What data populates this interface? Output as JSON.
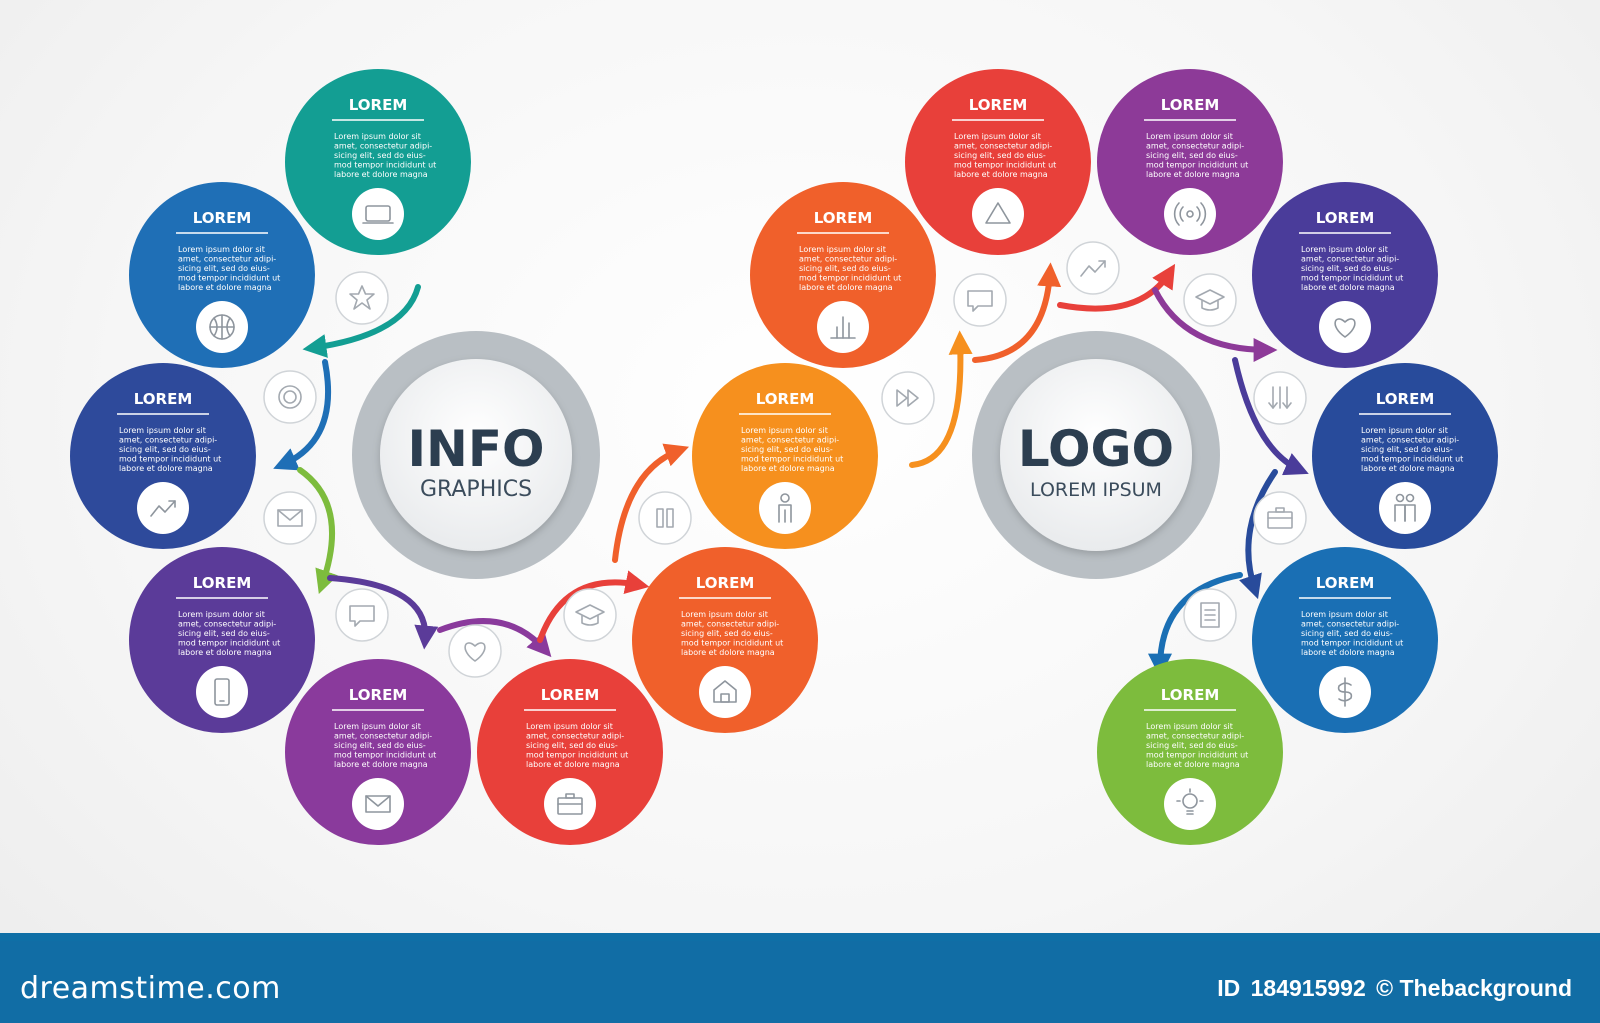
{
  "hubs": {
    "left": {
      "title": "INFO",
      "subtitle": "GRAPHICS"
    },
    "right": {
      "title": "LOGO",
      "subtitle": "LOREM IPSUM"
    }
  },
  "colors": {
    "teal": "#139e93",
    "blue": "#1f6fb6",
    "navy": "#2e4a9b",
    "violet": "#5b3b99",
    "magenta": "#8a3a9c",
    "red": "#e8403a",
    "orange": "#f0602b",
    "amber": "#f6901e",
    "purple": "#8d3a98",
    "indigo": "#4a3c9a",
    "royal": "#284b9b",
    "azure": "#1a6fb4",
    "green": "#7dbc3d",
    "hubRing": "#b8bec4"
  },
  "nodes": [
    {
      "id": "left-1",
      "color": "teal",
      "icon": "laptop-icon",
      "title": "LOREM",
      "lines": [
        "Lorem ipsum dolor sit",
        "amet, consectetur adipi-",
        "sicing elit, sed do eius-",
        "mod tempor incididunt ut",
        "labore et dolore magna"
      ]
    },
    {
      "id": "left-2",
      "color": "blue",
      "icon": "basketball-icon",
      "title": "LOREM",
      "lines": [
        "Lorem ipsum dolor sit",
        "amet, consectetur adipi-",
        "sicing elit, sed do eius-",
        "mod tempor incididunt ut",
        "labore et dolore magna"
      ]
    },
    {
      "id": "left-3",
      "color": "navy",
      "icon": "trend-icon",
      "title": "LOREM",
      "lines": [
        "Lorem ipsum dolor sit",
        "amet, consectetur adipi-",
        "sicing elit, sed do eius-",
        "mod tempor incididunt ut",
        "labore et dolore magna"
      ]
    },
    {
      "id": "left-4",
      "color": "violet",
      "icon": "phone-icon",
      "title": "LOREM",
      "lines": [
        "Lorem ipsum dolor sit",
        "amet, consectetur adipi-",
        "sicing elit, sed do eius-",
        "mod tempor incididunt ut",
        "labore et dolore magna"
      ]
    },
    {
      "id": "left-5",
      "color": "magenta",
      "icon": "envelope-icon",
      "title": "LOREM",
      "lines": [
        "Lorem ipsum dolor sit",
        "amet, consectetur adipi-",
        "sicing elit, sed do eius-",
        "mod tempor incididunt ut",
        "labore et dolore magna"
      ]
    },
    {
      "id": "left-6",
      "color": "red",
      "icon": "briefcase-icon",
      "title": "LOREM",
      "lines": [
        "Lorem ipsum dolor sit",
        "amet, consectetur adipi-",
        "sicing elit, sed do eius-",
        "mod tempor incididunt ut",
        "labore et dolore magna"
      ]
    },
    {
      "id": "left-7",
      "color": "orange",
      "icon": "house-icon",
      "title": "LOREM",
      "lines": [
        "Lorem ipsum dolor sit",
        "amet, consectetur adipi-",
        "sicing elit, sed do eius-",
        "mod tempor incididunt ut",
        "labore et dolore magna"
      ]
    },
    {
      "id": "mid-1",
      "color": "amber",
      "icon": "person-icon",
      "title": "LOREM",
      "lines": [
        "Lorem ipsum dolor sit",
        "amet, consectetur adipi-",
        "sicing elit, sed do eius-",
        "mod tempor incididunt ut",
        "labore et dolore magna"
      ]
    },
    {
      "id": "right-1",
      "color": "orange",
      "icon": "bar-chart-icon",
      "title": "LOREM",
      "lines": [
        "Lorem ipsum dolor sit",
        "amet, consectetur adipi-",
        "sicing elit, sed do eius-",
        "mod tempor incididunt ut",
        "labore et dolore magna"
      ]
    },
    {
      "id": "right-2",
      "color": "red",
      "icon": "triangle-icon",
      "title": "LOREM",
      "lines": [
        "Lorem ipsum dolor sit",
        "amet, consectetur adipi-",
        "sicing elit, sed do eius-",
        "mod tempor incididunt ut",
        "labore et dolore magna"
      ]
    },
    {
      "id": "right-3",
      "color": "purple",
      "icon": "signal-icon",
      "title": "LOREM",
      "lines": [
        "Lorem ipsum dolor sit",
        "amet, consectetur adipi-",
        "sicing elit, sed do eius-",
        "mod tempor incididunt ut",
        "labore et dolore magna"
      ]
    },
    {
      "id": "right-4",
      "color": "indigo",
      "icon": "heart-icon",
      "title": "LOREM",
      "lines": [
        "Lorem ipsum dolor sit",
        "amet, consectetur adipi-",
        "sicing elit, sed do eius-",
        "mod tempor incididunt ut",
        "labore et dolore magna"
      ]
    },
    {
      "id": "right-5",
      "color": "royal",
      "icon": "people-icon",
      "title": "LOREM",
      "lines": [
        "Lorem ipsum dolor sit",
        "amet, consectetur adipi-",
        "sicing elit, sed do eius-",
        "mod tempor incididunt ut",
        "labore et dolore magna"
      ]
    },
    {
      "id": "right-6",
      "color": "azure",
      "icon": "dollar-icon",
      "title": "LOREM",
      "lines": [
        "Lorem ipsum dolor sit",
        "amet, consectetur adipi-",
        "sicing elit, sed do eius-",
        "mod tempor incididunt ut",
        "labore et dolore magna"
      ]
    },
    {
      "id": "right-7",
      "color": "green",
      "icon": "lightbulb-icon",
      "title": "LOREM",
      "lines": [
        "Lorem ipsum dolor sit",
        "amet, consectetur adipi-",
        "sicing elit, sed do eius-",
        "mod tempor incididunt ut",
        "labore et dolore magna"
      ]
    }
  ],
  "connector_icons": [
    "star-icon",
    "cycle-icon",
    "envelope-icon",
    "chat-icon",
    "heart-icon",
    "graduation-cap-icon",
    "pause-icon",
    "fast-forward-icon",
    "chat-icon",
    "trend-icon",
    "graduation-cap-icon",
    "arrows-down-icon",
    "briefcase-icon",
    "document-icon"
  ],
  "footer": {
    "brand": "dreamstime.com",
    "id_label": "ID",
    "id_value": "184915992",
    "copyright": "© Thebackground"
  }
}
